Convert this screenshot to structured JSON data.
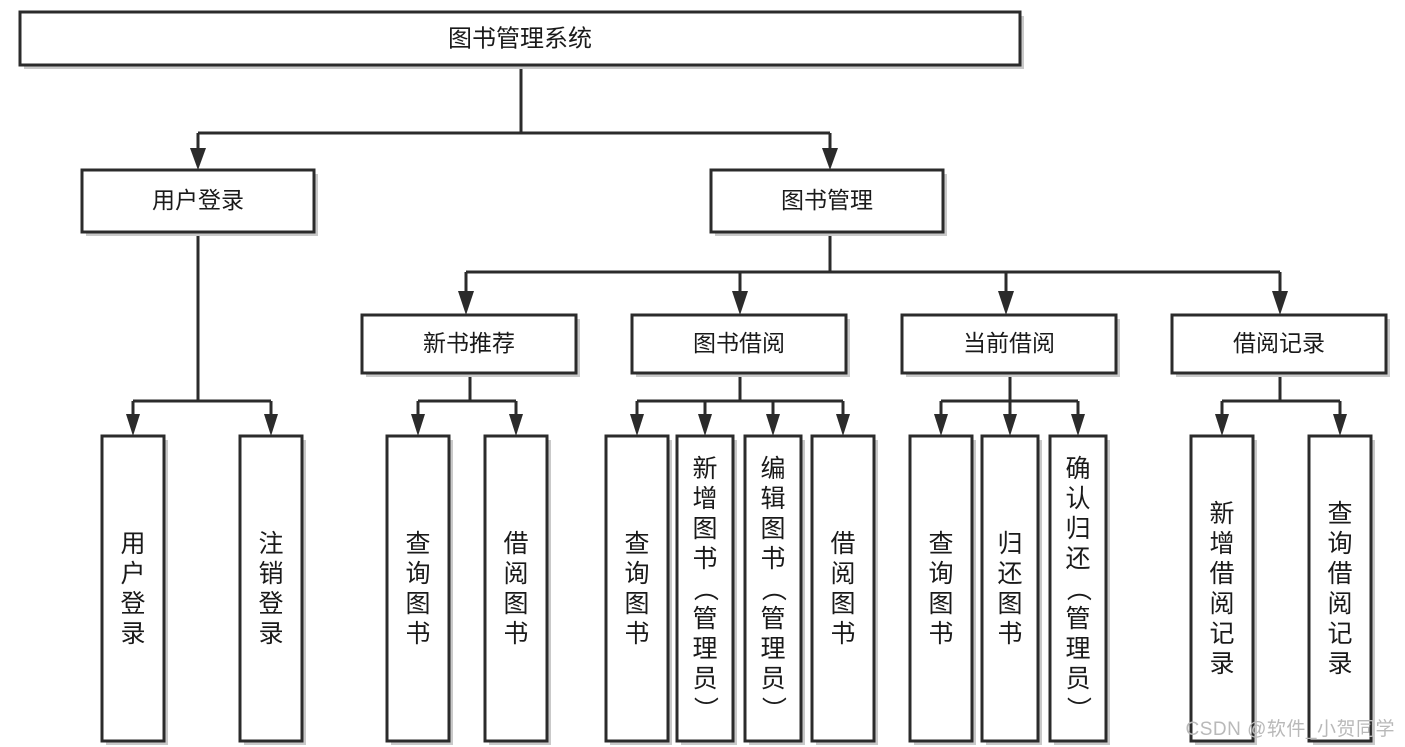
{
  "diagram": {
    "type": "hierarchy-tree",
    "title_node": {
      "label": "图书管理系统",
      "level": 0
    },
    "level2": [
      {
        "id": "user-login",
        "label": "用户登录"
      },
      {
        "id": "book-management",
        "label": "图书管理"
      }
    ],
    "level3": [
      {
        "id": "new-book-recommend",
        "label": "新书推荐",
        "parent": "book-management"
      },
      {
        "id": "book-borrow",
        "label": "图书借阅",
        "parent": "book-management"
      },
      {
        "id": "current-borrow",
        "label": "当前借阅",
        "parent": "book-management"
      },
      {
        "id": "borrow-record",
        "label": "借阅记录",
        "parent": "book-management"
      }
    ],
    "leaves": [
      {
        "id": "leaf-user-login",
        "label": "用户登录",
        "parent": "user-login"
      },
      {
        "id": "leaf-logout-login",
        "label": "注销登录",
        "parent": "user-login"
      },
      {
        "id": "leaf-query-book-1",
        "label": "查询图书",
        "parent": "new-book-recommend"
      },
      {
        "id": "leaf-borrow-book-1",
        "label": "借阅图书",
        "parent": "new-book-recommend"
      },
      {
        "id": "leaf-query-book-2",
        "label": "查询图书",
        "parent": "book-borrow"
      },
      {
        "id": "leaf-add-book",
        "label": "新增图书（管理员）",
        "parent": "book-borrow"
      },
      {
        "id": "leaf-edit-book",
        "label": "编辑图书（管理员）",
        "parent": "book-borrow"
      },
      {
        "id": "leaf-borrow-book-2",
        "label": "借阅图书",
        "parent": "book-borrow"
      },
      {
        "id": "leaf-query-book-3",
        "label": "查询图书",
        "parent": "current-borrow"
      },
      {
        "id": "leaf-return-book",
        "label": "归还图书",
        "parent": "current-borrow"
      },
      {
        "id": "leaf-confirm-return",
        "label": "确认归还（管理员）",
        "parent": "current-borrow"
      },
      {
        "id": "leaf-add-record",
        "label": "新增借阅记录",
        "parent": "borrow-record"
      },
      {
        "id": "leaf-query-record",
        "label": "查询借阅记录",
        "parent": "borrow-record"
      }
    ],
    "colors": {
      "box_stroke": "#2b2b2b",
      "box_fill": "#ffffff",
      "text": "#1a1a1a",
      "background": "#ffffff",
      "watermark": "#b9b9b9"
    }
  },
  "watermark": {
    "text": "CSDN @软件_小贺同学"
  }
}
